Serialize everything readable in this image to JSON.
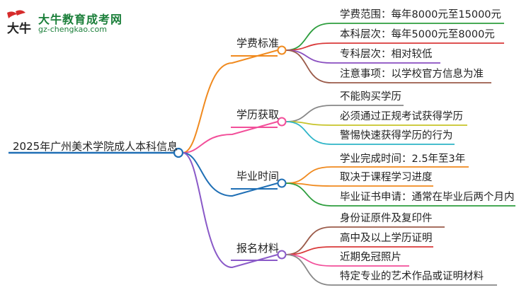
{
  "logo": {
    "title": "大牛教育成考网",
    "url": "gz-chengkao.com",
    "mark_text": "大牛"
  },
  "mindmap": {
    "root": "2025年广州美术学院成人本科信息",
    "branches": [
      {
        "label": "学费标准",
        "color": "#f08a1f",
        "leaves": [
          {
            "text": "学费范围：每年8000元至15000元",
            "color": "#2e9e3e"
          },
          {
            "text": "本科层次：每年5000元至8000元",
            "color": "#d93a3a"
          },
          {
            "text": "专科层次：相对较低",
            "color": "#8a4fc0"
          },
          {
            "text": "注意事项：以学校官方信息为准",
            "color": "#9b5b4a"
          }
        ]
      },
      {
        "label": "学历获取",
        "color": "#f24f9a",
        "leaves": [
          {
            "text": "不能购买学历",
            "color": "#888888"
          },
          {
            "text": "必须通过正规考试获得学历",
            "color": "#c7c42a"
          },
          {
            "text": "警惕快速获得学历的行为",
            "color": "#2fb5c8"
          }
        ]
      },
      {
        "label": "毕业时间",
        "color": "#1f6fb5",
        "leaves": [
          {
            "text": "学业完成时间：2.5年至3年",
            "color": "#f08a1f"
          },
          {
            "text": "取决于课程学习进度",
            "color": "#f08a1f"
          },
          {
            "text": "毕业证书申请：通常在毕业后两个月内",
            "color": "#2e9e3e"
          }
        ]
      },
      {
        "label": "报名材料",
        "color": "#8a5ac8",
        "leaves": [
          {
            "text": "身份证原件及复印件",
            "color": "#9b5b4a"
          },
          {
            "text": "高中及以上学历证明",
            "color": "#d93a3a"
          },
          {
            "text": "近期免冠照片",
            "color": "#f24f9a"
          },
          {
            "text": "特定专业的艺术作品或证明材料",
            "color": "#888888"
          }
        ]
      }
    ],
    "root_color": "#1f6fb5"
  }
}
